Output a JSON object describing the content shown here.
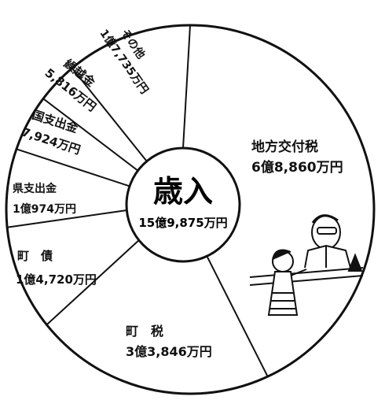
{
  "chart_data": {
    "type": "pie",
    "center_title": "歳入",
    "center_total": "15億9,875万円",
    "slices": [
      {
        "name": "地方交付税",
        "amount": "6億8,860万円",
        "value": 68860
      },
      {
        "name": "町　税",
        "amount": "3億3,846万円",
        "value": 33846
      },
      {
        "name": "町　債",
        "amount": "1億4,720万円",
        "value": 14720
      },
      {
        "name": "県支出金",
        "amount": "1億974万円",
        "value": 10974
      },
      {
        "name": "国支出金",
        "amount": "7,924万円",
        "value": 7924
      },
      {
        "name": "繰越金",
        "amount": "5,816万円",
        "value": 5816
      },
      {
        "name": "その他",
        "amount": "1億7,735万円",
        "value": 17735
      }
    ]
  }
}
